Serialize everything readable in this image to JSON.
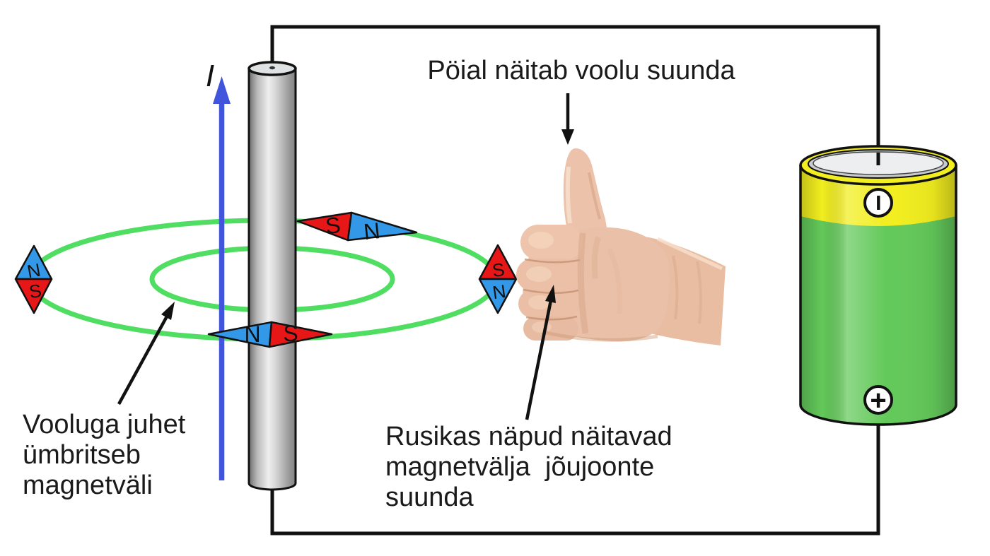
{
  "annotations": {
    "thumb_direction": "Pöial näitab voolu suunda",
    "field_around_wire": [
      "Vooluga juhet",
      "ümbritseb",
      "magnetväli"
    ],
    "fingers_direction": [
      "Rusikas näpud näitavad",
      "magnetvälja  jõujoonte",
      "suunda"
    ],
    "current_symbol": "I"
  },
  "compass_needles": {
    "upper_horizontal": {
      "left": "S",
      "right": "N"
    },
    "lower_horizontal": {
      "left": "N",
      "right": "S"
    },
    "left_vertical": {
      "top": "N",
      "bottom": "S"
    },
    "right_vertical": {
      "top": "S",
      "bottom": "N"
    }
  },
  "battery": {
    "negative_terminal": "−",
    "positive_terminal": "+"
  },
  "colors": {
    "field_line_green": "#50de62",
    "current_arrow_blue": "#4155dc",
    "needle_red": "#e81717",
    "needle_blue": "#3498e8",
    "battery_yellow": "#f2ee1f",
    "battery_green": "#63c95a",
    "wire_black": "#111111"
  }
}
